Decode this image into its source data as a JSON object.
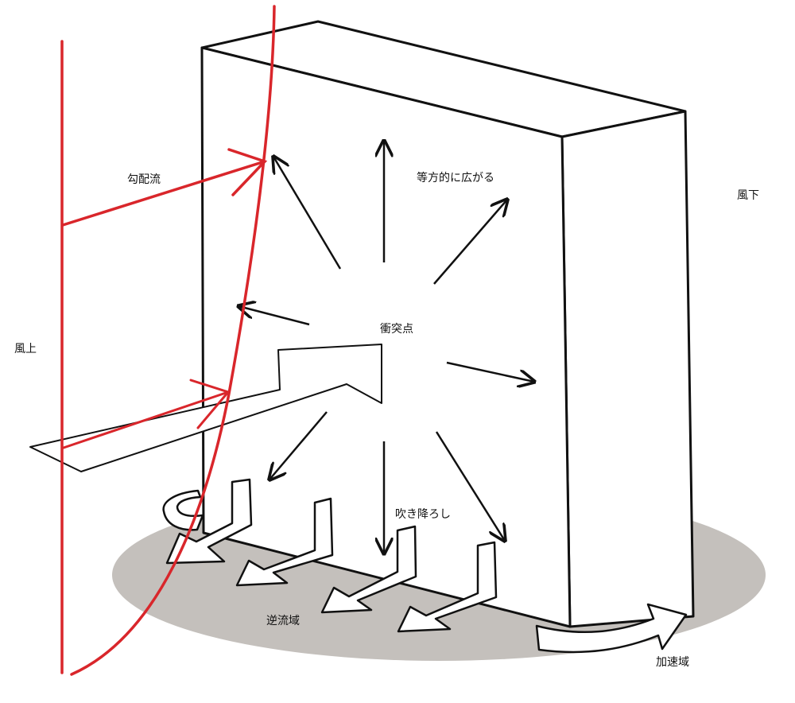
{
  "labels": {
    "windward": "風上",
    "leeward": "風下",
    "gradient_flow": "勾配流",
    "isotropic_spread": "等方的に広がる",
    "collision_point": "衝突点",
    "downdraft": "吹き降ろし",
    "reverse_flow_zone": "逆流域",
    "acceleration_zone": "加速域"
  },
  "colors": {
    "wind_profile": "#d9262b",
    "building_outline": "#111111",
    "building_fill": "#ffffff",
    "ground_shadow": "#c4c0bc"
  }
}
